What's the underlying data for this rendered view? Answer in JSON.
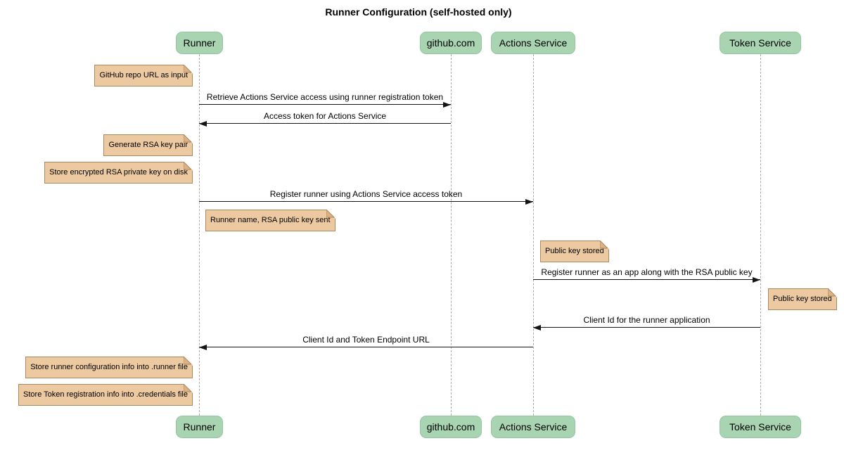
{
  "title": "Runner Configuration (self-hosted only)",
  "participants": [
    {
      "name": "Runner"
    },
    {
      "name": "github.com"
    },
    {
      "name": "Actions Service"
    },
    {
      "name": "Token Service"
    }
  ],
  "messages": [
    {
      "from": "Runner",
      "to": "github.com",
      "direction": "right",
      "text": "Retrieve Actions Service access using runner registration token"
    },
    {
      "from": "github.com",
      "to": "Runner",
      "direction": "left",
      "text": "Access token for Actions Service"
    },
    {
      "from": "Runner",
      "to": "Actions Service",
      "direction": "right",
      "text": "Register runner using Actions Service access token"
    },
    {
      "from": "Actions Service",
      "to": "Token Service",
      "direction": "right",
      "text": "Register runner as an app along with the RSA public key"
    },
    {
      "from": "Token Service",
      "to": "Actions Service",
      "direction": "left",
      "text": "Client Id for the runner application"
    },
    {
      "from": "Actions Service",
      "to": "Runner",
      "direction": "left",
      "text": "Client Id and Token Endpoint URL"
    }
  ],
  "notes": [
    {
      "anchor": "Runner",
      "side": "left",
      "text": "GitHub repo URL as input"
    },
    {
      "anchor": "Runner",
      "side": "left",
      "text": "Generate RSA key pair"
    },
    {
      "anchor": "Runner",
      "side": "left",
      "text": "Store encrypted RSA private key on disk"
    },
    {
      "anchor": "Runner",
      "side": "right",
      "text": "Runner name, RSA public key sent"
    },
    {
      "anchor": "Actions Service",
      "side": "right",
      "text": "Public key stored"
    },
    {
      "anchor": "Token Service",
      "side": "right",
      "text": "Public key stored"
    },
    {
      "anchor": "Runner",
      "side": "left",
      "text": "Store runner configuration info into .runner file"
    },
    {
      "anchor": "Runner",
      "side": "left",
      "text": "Store Token registration info into .credentials file"
    }
  ],
  "colors": {
    "background": "#ffffff",
    "text": "#000000",
    "participant-fill": "#a8d4b2",
    "participant-border": "#93c6a1",
    "note-fill": "#ecc9a1",
    "note-border": "#a98a5f",
    "note-fold": "#ddb184",
    "lifeline": "#ababab",
    "message-line": "#141414"
  }
}
